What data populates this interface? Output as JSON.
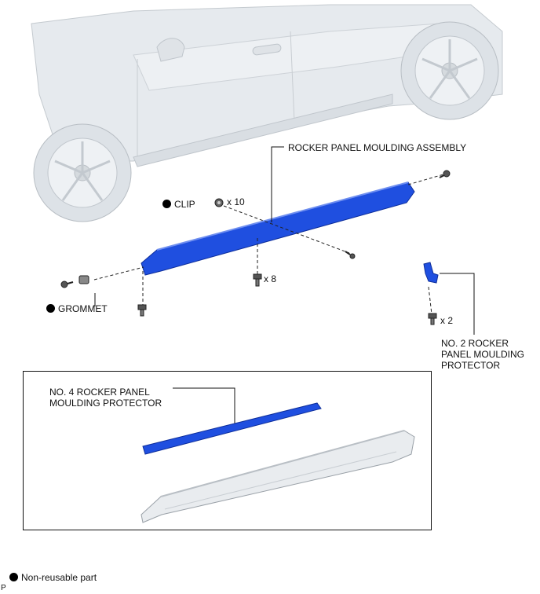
{
  "labels": {
    "rocker_panel_moulding_assembly": "ROCKER PANEL MOULDING ASSEMBLY",
    "clip": "CLIP",
    "clip_qty": "x 10",
    "bolt_qty": "x 8",
    "grommet": "GROMMET",
    "protector_qty": "x 2",
    "no2_protector": "NO. 2 ROCKER\nPANEL MOULDING\nPROTECTOR",
    "no4_protector": "NO. 4 ROCKER PANEL\nMOULDING PROTECTOR",
    "legend_nonreusable": "Non-reusable part",
    "corner_mark": "P"
  },
  "colors": {
    "part_highlight": "#1f4fe0",
    "car_body": "#e4e8ec",
    "car_outline": "#c2c8ce",
    "accent_black": "#000000"
  },
  "icons": {
    "non_reusable": "filled-circle"
  }
}
